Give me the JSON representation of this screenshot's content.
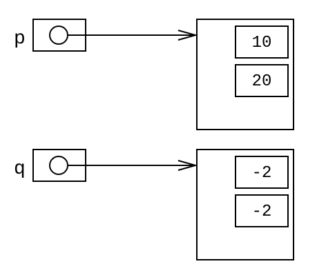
{
  "diagram": {
    "pointers": [
      {
        "label": "p",
        "values": [
          "10",
          "20"
        ]
      },
      {
        "label": "q",
        "values": [
          "-2",
          "-2"
        ]
      }
    ]
  },
  "colors": {
    "stroke": "#000000",
    "background": "#ffffff"
  }
}
